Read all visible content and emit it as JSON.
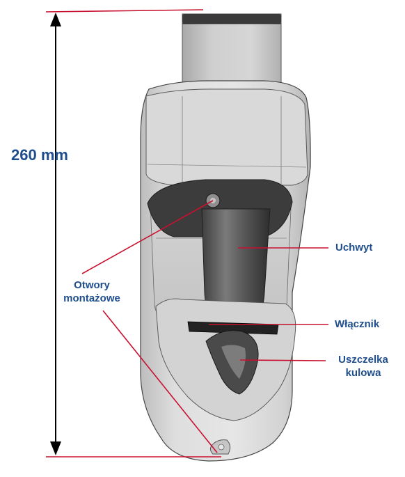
{
  "dimension": {
    "label": "260 mm"
  },
  "callouts": {
    "mounting_holes": {
      "line1": "Otwory",
      "line2": "montażowe"
    },
    "handle": "Uchwyt",
    "switch": "Włącznik",
    "ball_seal": {
      "line1": "Uszczelka",
      "line2": "kulowa"
    }
  },
  "colors": {
    "leader_line": "#c8102e",
    "label_text": "#1f4e8c",
    "dimension_arrow": "#000000"
  }
}
